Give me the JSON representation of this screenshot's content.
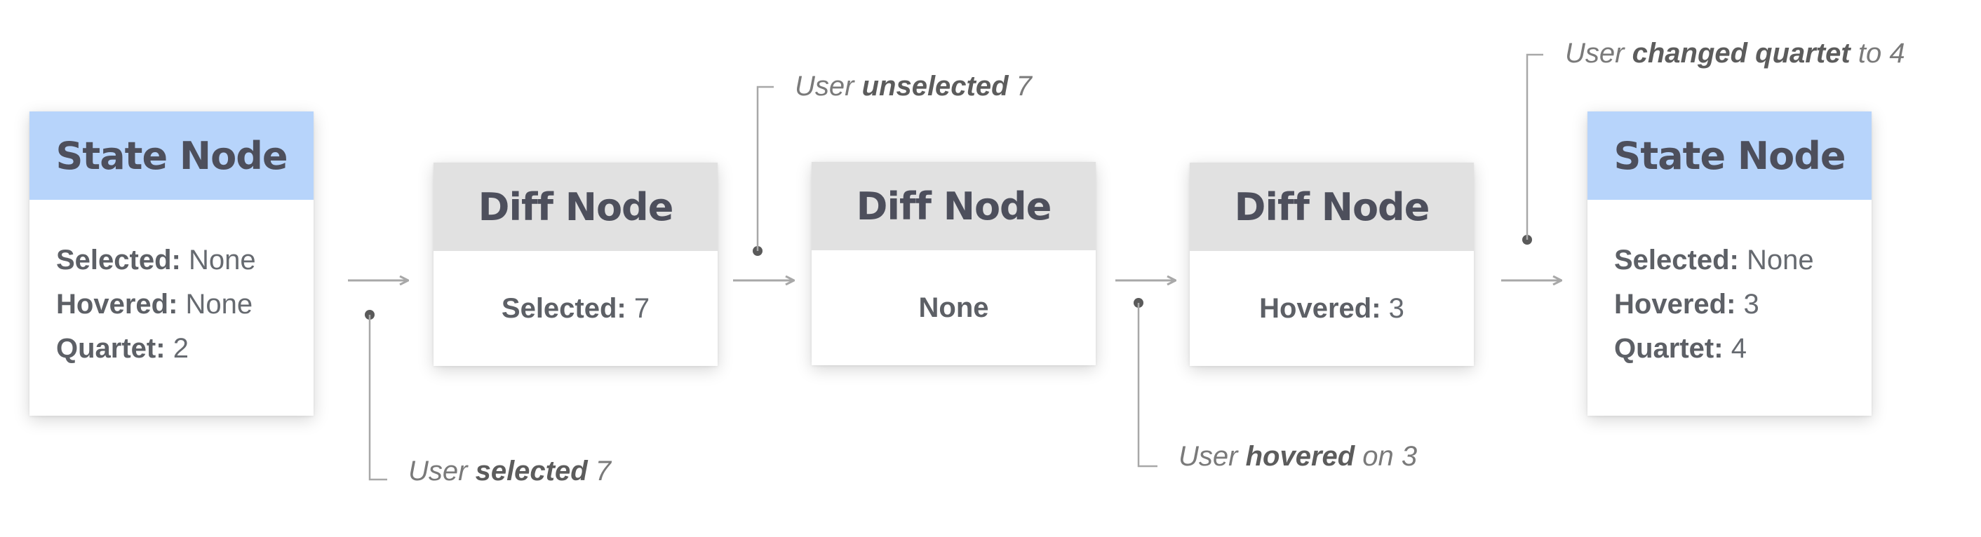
{
  "nodes": [
    {
      "kind": "state",
      "title": "State Node",
      "fields": [
        {
          "key": "Selected",
          "value": "None"
        },
        {
          "key": "Hovered",
          "value": "None"
        },
        {
          "key": "Quartet",
          "value": "2"
        }
      ]
    },
    {
      "kind": "diff",
      "title": "Diff Node",
      "key": "Selected",
      "value": "7"
    },
    {
      "kind": "diff",
      "title": "Diff Node",
      "key": "",
      "value": "None"
    },
    {
      "kind": "diff",
      "title": "Diff Node",
      "key": "Hovered",
      "value": "3"
    },
    {
      "kind": "state",
      "title": "State Node",
      "fields": [
        {
          "key": "Selected",
          "value": "None"
        },
        {
          "key": "Hovered",
          "value": "3"
        },
        {
          "key": "Quartet",
          "value": "4"
        }
      ]
    }
  ],
  "annotations": [
    {
      "prefix": "User ",
      "action": "selected",
      "suffix": " 7"
    },
    {
      "prefix": "User ",
      "action": "unselected",
      "suffix": " 7"
    },
    {
      "prefix": "User ",
      "action": "hovered",
      "suffix": " on 3"
    },
    {
      "prefix": "User ",
      "action": "changed quartet",
      "suffix": " to 4"
    }
  ],
  "colors": {
    "state_header": "#b7d4fb",
    "diff_header": "#e1e1e1",
    "title_text": "#4d4f5c",
    "connector": "#a8a8a8"
  }
}
